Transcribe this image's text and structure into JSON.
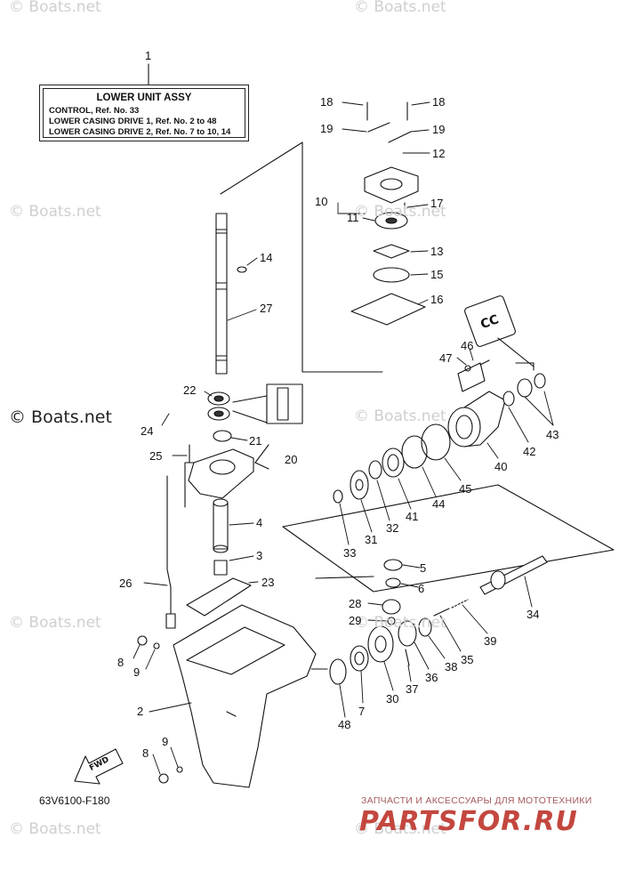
{
  "watermark": "© Boats.net",
  "assembly": {
    "ref": "1",
    "title": "LOWER UNIT ASSY",
    "lines": [
      "CONTROL,  Ref. No. 33",
      "LOWER CASING DRIVE 1,  Ref. No. 2 to 48",
      "LOWER CASING DRIVE 2,  Ref. No. 7 to 10, 14"
    ]
  },
  "diagram_code": "63V6100-F180",
  "fwd_label": "FWD",
  "seller": {
    "tagline": "ЗАПЧАСТИ И АКСЕССУАРЫ ДЛЯ МОТОТЕХНИКИ",
    "logo": "PARTSFOR.RU"
  },
  "callouts": [
    "18",
    "18",
    "19",
    "19",
    "12",
    "10",
    "17",
    "11",
    "13",
    "15",
    "16",
    "14",
    "27",
    "22",
    "24",
    "21",
    "25",
    "20",
    "4",
    "3",
    "23",
    "26",
    "8",
    "9",
    "2",
    "9",
    "8",
    "46",
    "47",
    "43",
    "42",
    "40",
    "45",
    "44",
    "41",
    "32",
    "31",
    "33",
    "5",
    "6",
    "34",
    "28",
    "29",
    "39",
    "35",
    "38",
    "36",
    "37",
    "30",
    "7",
    "48"
  ]
}
